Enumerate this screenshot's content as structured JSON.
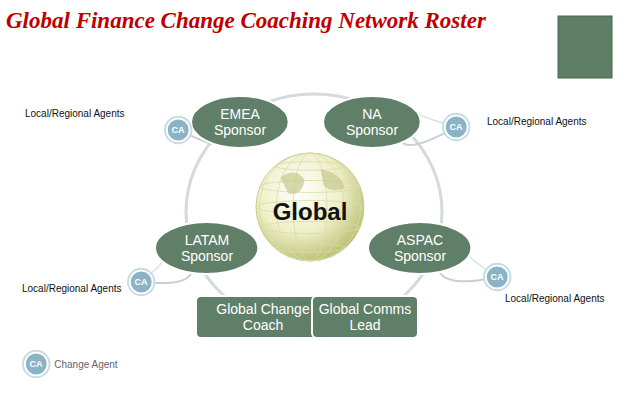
{
  "diagram": {
    "title": "Global Finance Change Coaching Network Roster",
    "nodes": [
      {
        "text": [
          "EMEA Sponsor"
        ]
      },
      {
        "text": [
          "NA Sponsor"
        ]
      },
      {
        "text": [
          "CA"
        ]
      },
      {
        "text": [
          "CA"
        ]
      },
      {
        "text": [
          "Global"
        ]
      },
      {
        "text": [
          "LATAM Sponsor"
        ]
      },
      {
        "text": [
          "ASPAC Sponsor"
        ]
      },
      {
        "text": [
          "CA"
        ]
      },
      {
        "text": [
          "CA"
        ]
      },
      {
        "text": [
          "Global Change Coach"
        ]
      },
      {
        "text": [
          "Global Comms Lead"
        ]
      },
      {
        "text": [
          "CA"
        ]
      }
    ],
    "edges": [
      {
        "from": 2,
        "to": 0,
        "arrow": "none"
      },
      {
        "from": 3,
        "to": 1,
        "arrow": "none"
      },
      {
        "from": 7,
        "to": 5,
        "arrow": "none"
      },
      {
        "from": 8,
        "to": 6,
        "arrow": "none"
      }
    ],
    "labels": [
      "Local/Regional Agents",
      "Local/Regional Agents",
      "Local/Regional Agents",
      "Local/Regional Agents"
    ],
    "legend": [
      {
        "text": "Change Agent"
      }
    ]
  }
}
